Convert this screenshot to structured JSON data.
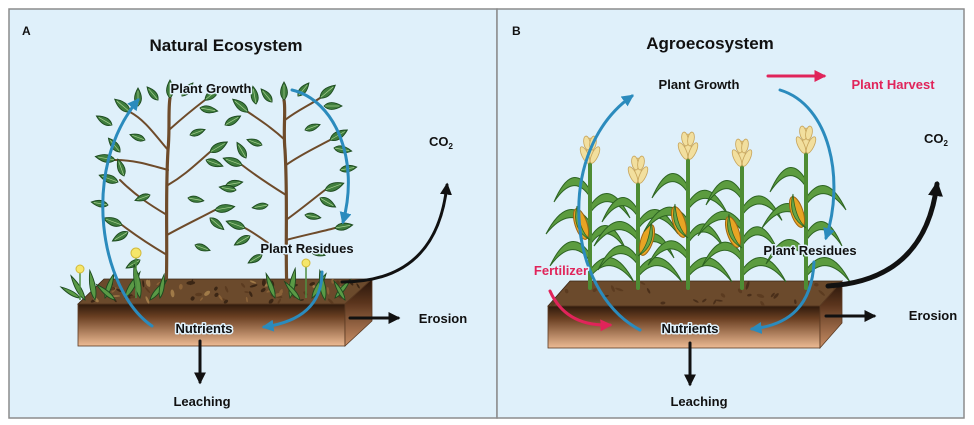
{
  "panels": [
    {
      "label": "A",
      "title": "Natural Ecosystem",
      "labels": {
        "plant_growth": "Plant Growth",
        "plant_residues": "Plant Residues",
        "nutrients": "Nutrients",
        "leaching": "Leaching",
        "erosion": "Erosion",
        "co2": "CO",
        "co2_subscript": "2"
      }
    },
    {
      "label": "B",
      "title": "Agroecosystem",
      "labels": {
        "plant_growth": "Plant Growth",
        "plant_harvest": "Plant Harvest",
        "plant_residues": "Plant Residues",
        "fertilizer": "Fertilizer",
        "nutrients": "Nutrients",
        "leaching": "Leaching",
        "erosion": "Erosion",
        "co2": "CO",
        "co2_subscript": "2"
      }
    }
  ],
  "colors": {
    "panel_background": "#dff0fa",
    "nutrient_cycle_arrow": "#2b8bbd",
    "input_output_arrow": "#e0245a",
    "loss_arrow": "#111111",
    "soil_surface": "#6b4a2c",
    "plant_green": "#3f7d3d",
    "corn_ear": "#e8a424"
  }
}
